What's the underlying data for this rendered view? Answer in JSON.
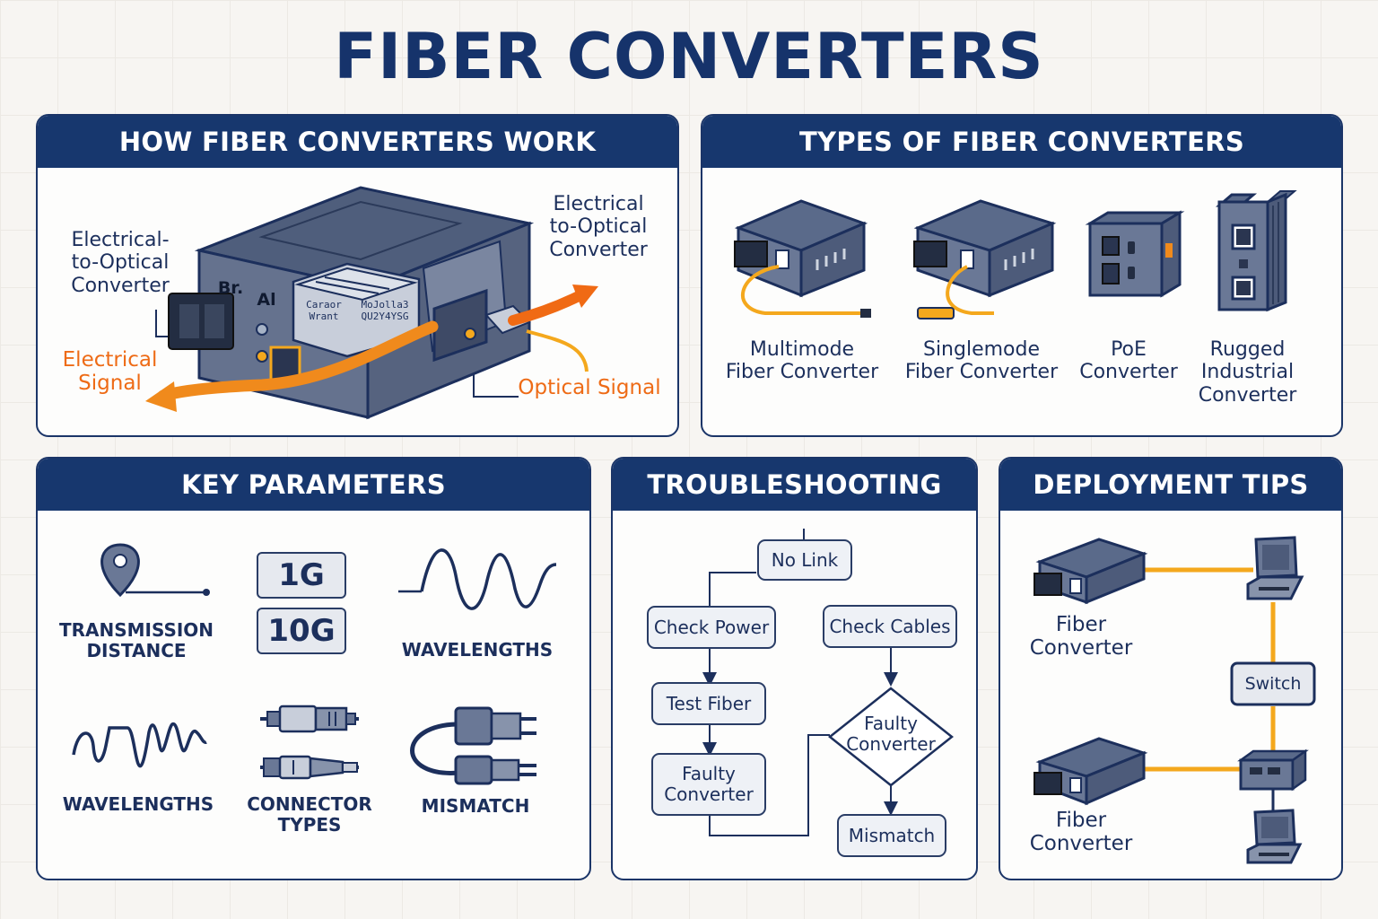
{
  "title": "FIBER CONVERTERS",
  "colors": {
    "navy": "#17376e",
    "orange": "#ee6b16",
    "fiber": "#f4a81d"
  },
  "how": {
    "header": "HOW FIBER CONVERTERS WORK",
    "label_left": "Electrical-\nto-Optical\nConverter",
    "label_right": "Electrical\nto-Optical\nConverter",
    "electrical_signal": "Electrical\nSignal",
    "optical_signal": "Optical Signal",
    "device_text_1": "Br.",
    "device_text_2": "Al",
    "chip_text_1": "Caraor\nWrant",
    "chip_text_2": "MoJolla3\nQU2Y4YSG"
  },
  "types": {
    "header": "TYPES OF FIBER CONVERTERS",
    "items": [
      {
        "label": "Multimode\nFiber Converter",
        "icon": "media-converter-icon"
      },
      {
        "label": "Singlemode\nFiber Converter",
        "icon": "media-converter-icon"
      },
      {
        "label": "PoE\nConverter",
        "icon": "poe-box-icon"
      },
      {
        "label": "Rugged\nIndustrial\nConverter",
        "icon": "din-rail-icon"
      }
    ]
  },
  "params": {
    "header": "KEY PARAMETERS",
    "distance": "TRANSMISSION\nDISTANCE",
    "speed_1": "1G",
    "speed_2": "10G",
    "wavelengths_1": "WAVELENGTHS",
    "wavelengths_2": "WAVELENGTHS",
    "connector": "CONNECTOR\nTYPES",
    "mismatch": "MISMATCH"
  },
  "trouble": {
    "header": "TROUBLESHOOTING",
    "no_link": "No Link",
    "check_power": "Check Power",
    "check_cables": "Check Cables",
    "test_fiber": "Test Fiber",
    "faulty_left": "Faulty\nConverter",
    "faulty_diamond": "Faulty\nConverter",
    "mismatch": "Mismatch"
  },
  "deploy": {
    "header": "DEPLOYMENT TIPS",
    "fiber_1": "Fiber\nConverter",
    "fiber_2": "Fiber\nConverter",
    "switch": "Switch"
  }
}
